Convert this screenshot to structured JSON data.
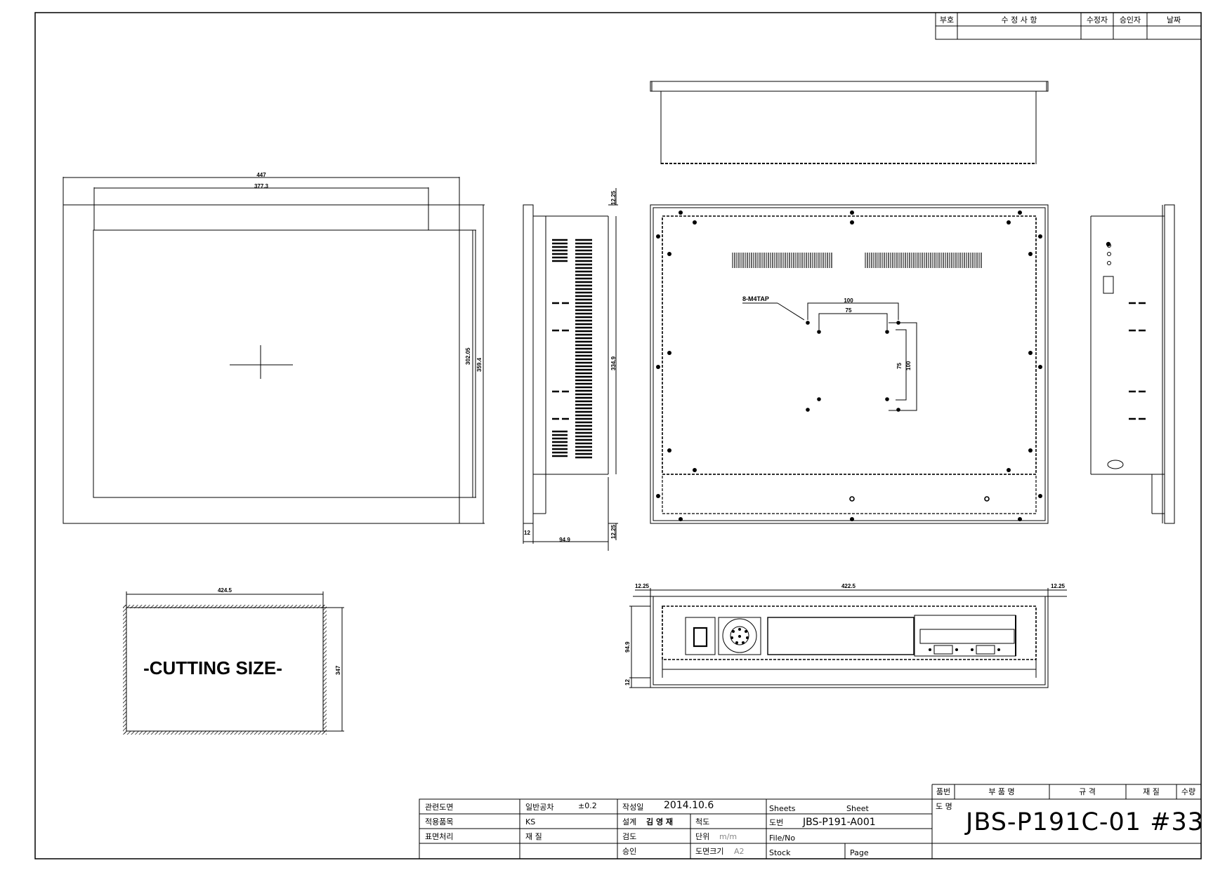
{
  "revision_table": {
    "col_no": "부호",
    "col_desc": "수 정 사 항",
    "col_reviser": "수정자",
    "col_approver": "승인자",
    "col_date": "날짜"
  },
  "dimensions": {
    "front_width": "447",
    "front_inner_width": "377.3",
    "front_height_a": "302.05",
    "front_height_b": "359.4",
    "side_top": "12.25",
    "side_height": "334.9",
    "side_bottom": "12.25",
    "side_flange": "12",
    "side_depth": "94.9",
    "vesa_100_h": "100",
    "vesa_75_h": "75",
    "vesa_75_v": "75",
    "vesa_100_v": "100",
    "cut_width": "424.5",
    "cut_height": "347",
    "bottom_left": "12.25",
    "bottom_width": "422.5",
    "bottom_right": "12.25",
    "bottom_depth": "94.9",
    "bottom_flange": "12"
  },
  "labels": {
    "tap_note": "8-M4TAP",
    "cutting_size": "-CUTTING SIZE-"
  },
  "title_block": {
    "related_drawing": "관련도면",
    "applied_item": "적용품목",
    "surface_treatment": "표면처리",
    "general_tolerance": "일반공차",
    "tolerance_value": "±0.2",
    "standard": "KS",
    "material": "재 질",
    "date_label": "작성일",
    "date_value": "2014.10.6",
    "design_label": "설계",
    "designer": "김 영 재",
    "check_label": "검도",
    "approve_label": "승인",
    "scale_label": "척도",
    "unit_label": "단위",
    "unit_value": "m/m",
    "paper_label": "도면크기",
    "paper_value": "A2",
    "sheets": "Sheets",
    "sheet": "Sheet",
    "drawing_no_label": "도번",
    "drawing_no": "JBS-P191-A001",
    "file_no": "File/No",
    "stock": "Stock",
    "page": "Page",
    "part_no": "품번",
    "part_name": "부 품 명",
    "spec": "규 격",
    "part_material": "재 질",
    "quantity": "수량",
    "title_label": "도 명",
    "title": "JBS-P191C-01 #33"
  }
}
